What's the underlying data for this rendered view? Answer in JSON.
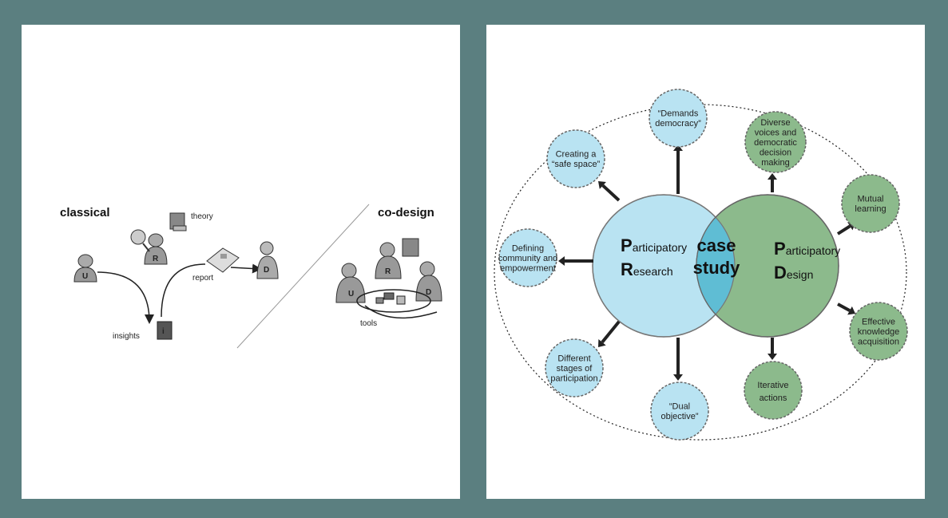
{
  "left_panel": {
    "classical_label": "classical",
    "codesign_label": "co-design",
    "theory_label": "theory",
    "report_label": "report",
    "insights_label": "insights",
    "tools_label": "tools",
    "user_letter": "U",
    "researcher_letter": "R",
    "designer_letter": "D",
    "insight_letter": "i"
  },
  "right_panel": {
    "pr_line1_initial": "P",
    "pr_line1_rest": "articipatory",
    "pr_line2_initial": "R",
    "pr_line2_rest": "esearch",
    "pd_line1_initial": "P",
    "pd_line1_rest": "articipatory",
    "pd_line2_initial": "D",
    "pd_line2_rest": "esign",
    "case_line1": "case",
    "case_line2": "study",
    "blue_nodes": [
      {
        "lines": [
          "“Demands",
          "democracy”"
        ]
      },
      {
        "lines": [
          "Creating a",
          "“safe space”"
        ]
      },
      {
        "lines": [
          "Defining",
          "community and",
          "empowerment"
        ]
      },
      {
        "lines": [
          "Different",
          "stages of",
          "participation"
        ]
      },
      {
        "lines": [
          "“Dual",
          "objective”"
        ]
      }
    ],
    "green_nodes": [
      {
        "lines": [
          "Diverse",
          "voices and",
          "democratic",
          "decision",
          "making"
        ]
      },
      {
        "lines": [
          "Mutual",
          "learning"
        ]
      },
      {
        "lines": [
          "Effective",
          "knowledge",
          "acquisition"
        ]
      },
      {
        "lines": [
          "Iterative",
          "actions"
        ]
      }
    ],
    "colors": {
      "blue_fill": "#b9e3f2",
      "green_fill": "#8cba8c",
      "overlap_fill": "#5fbdd4"
    }
  }
}
